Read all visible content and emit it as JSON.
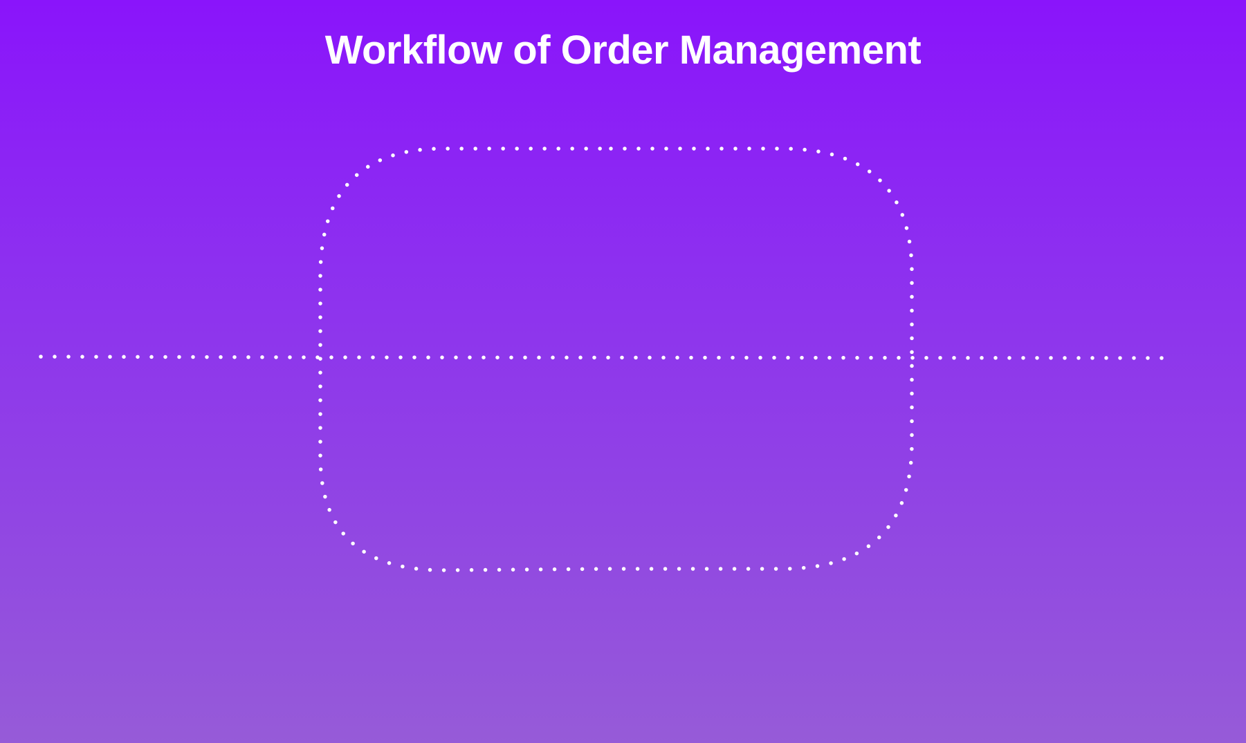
{
  "title": "Workflow of Order Management",
  "colors": {
    "background_top": "#8a14fb",
    "background_bottom": "#965bd8",
    "line": "#ffffff",
    "title": "#ffffff"
  },
  "connectors": [
    {
      "name": "horizontal-flow-line",
      "style": "dotted"
    },
    {
      "name": "loop-flow-line",
      "style": "dotted"
    }
  ]
}
